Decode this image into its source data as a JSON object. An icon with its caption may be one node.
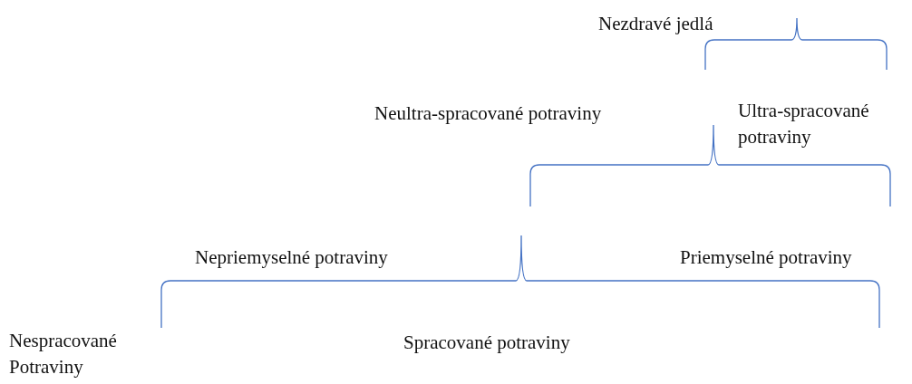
{
  "diagram": {
    "labels": [
      "Nezdravé jedlá",
      "Neultra-spracované potraviny",
      "Ultra-spracované potraviny",
      "Nepriemyselné potraviny",
      "Priemyselné potraviny",
      "Nespracované Potraviny",
      "Spracované potraviny"
    ]
  }
}
